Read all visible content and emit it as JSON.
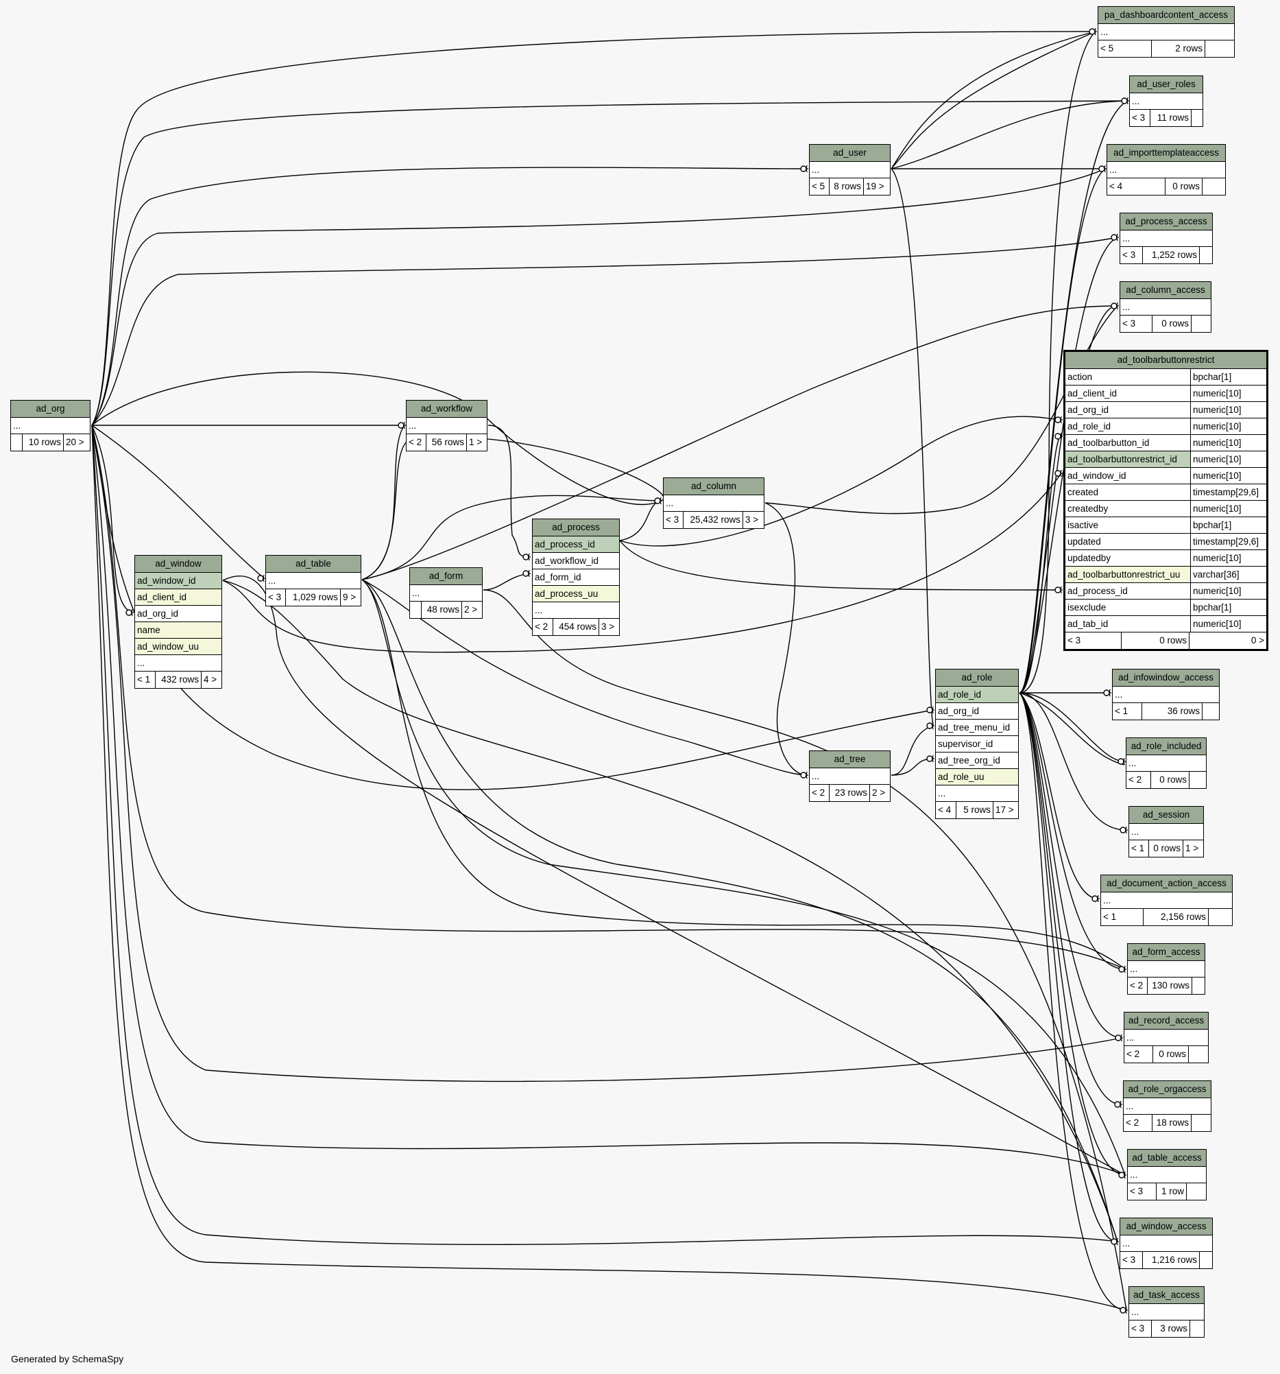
{
  "footer": "Generated by SchemaSpy",
  "colors": {
    "header": "#9bab96",
    "primary_key": "#bed1b8",
    "unique_key": "#f4f7da",
    "background": "#f7f7f7"
  },
  "tables": {
    "pa_dashboardcontent_access": {
      "name": "pa_dashboardcontent_access",
      "rows": [
        "..."
      ],
      "left": "< 5",
      "count": "2 rows",
      "right": ""
    },
    "ad_user_roles": {
      "name": "ad_user_roles",
      "rows": [
        "..."
      ],
      "left": "< 3",
      "count": "11 rows",
      "right": ""
    },
    "ad_importtemplateaccess": {
      "name": "ad_importtemplateaccess",
      "rows": [
        "..."
      ],
      "left": "< 4",
      "count": "0 rows",
      "right": ""
    },
    "ad_process_access": {
      "name": "ad_process_access",
      "rows": [
        "..."
      ],
      "left": "< 3",
      "count": "1,252 rows",
      "right": ""
    },
    "ad_column_access": {
      "name": "ad_column_access",
      "rows": [
        "..."
      ],
      "left": "< 3",
      "count": "0 rows",
      "right": ""
    },
    "ad_user": {
      "name": "ad_user",
      "rows": [
        "..."
      ],
      "left": "< 5",
      "count": "8 rows",
      "right": "19 >"
    },
    "ad_org": {
      "name": "ad_org",
      "rows": [
        "..."
      ],
      "left": "",
      "count": "10 rows",
      "right": "20 >"
    },
    "ad_workflow": {
      "name": "ad_workflow",
      "rows": [
        "..."
      ],
      "left": "< 2",
      "count": "56 rows",
      "right": "1 >"
    },
    "ad_column": {
      "name": "ad_column",
      "rows": [
        "..."
      ],
      "left": "< 3",
      "count": "25,432 rows",
      "right": "3 >"
    },
    "ad_process": {
      "name": "ad_process",
      "rows": [
        "ad_process_id",
        "ad_workflow_id",
        "ad_form_id",
        "ad_process_uu",
        "..."
      ],
      "left": "< 2",
      "count": "454 rows",
      "right": "3 >"
    },
    "ad_window": {
      "name": "ad_window",
      "rows": [
        "ad_window_id",
        "ad_client_id",
        "ad_org_id",
        "name",
        "ad_window_uu",
        "..."
      ],
      "left": "< 1",
      "count": "432 rows",
      "right": "4 >"
    },
    "ad_table": {
      "name": "ad_table",
      "rows": [
        "..."
      ],
      "left": "< 3",
      "count": "1,029 rows",
      "right": "9 >"
    },
    "ad_form": {
      "name": "ad_form",
      "rows": [
        "..."
      ],
      "left": "",
      "count": "48 rows",
      "right": "2 >"
    },
    "ad_tree": {
      "name": "ad_tree",
      "rows": [
        "..."
      ],
      "left": "< 2",
      "count": "23 rows",
      "right": "2 >"
    },
    "ad_role": {
      "name": "ad_role",
      "rows": [
        "ad_role_id",
        "ad_org_id",
        "ad_tree_menu_id",
        "supervisor_id",
        "ad_tree_org_id",
        "ad_role_uu",
        "..."
      ],
      "left": "< 4",
      "count": "5 rows",
      "right": "17 >"
    },
    "ad_infowindow_access": {
      "name": "ad_infowindow_access",
      "rows": [
        "..."
      ],
      "left": "< 1",
      "count": "36 rows",
      "right": ""
    },
    "ad_role_included": {
      "name": "ad_role_included",
      "rows": [
        "..."
      ],
      "left": "< 2",
      "count": "0 rows",
      "right": ""
    },
    "ad_session": {
      "name": "ad_session",
      "rows": [
        "..."
      ],
      "left": "< 1",
      "count": "0 rows",
      "right": "1 >"
    },
    "ad_document_action_access": {
      "name": "ad_document_action_access",
      "rows": [
        "..."
      ],
      "left": "< 1",
      "count": "2,156 rows",
      "right": ""
    },
    "ad_form_access": {
      "name": "ad_form_access",
      "rows": [
        "..."
      ],
      "left": "< 2",
      "count": "130 rows",
      "right": ""
    },
    "ad_record_access": {
      "name": "ad_record_access",
      "rows": [
        "..."
      ],
      "left": "< 2",
      "count": "0 rows",
      "right": ""
    },
    "ad_role_orgaccess": {
      "name": "ad_role_orgaccess",
      "rows": [
        "..."
      ],
      "left": "< 2",
      "count": "18 rows",
      "right": ""
    },
    "ad_table_access": {
      "name": "ad_table_access",
      "rows": [
        "..."
      ],
      "left": "< 3",
      "count": "1 row",
      "right": ""
    },
    "ad_window_access": {
      "name": "ad_window_access",
      "rows": [
        "..."
      ],
      "left": "< 3",
      "count": "1,216 rows",
      "right": ""
    },
    "ad_task_access": {
      "name": "ad_task_access",
      "rows": [
        "..."
      ],
      "left": "< 3",
      "count": "3 rows",
      "right": ""
    }
  },
  "focus_table": {
    "name": "ad_toolbarbuttonrestrict",
    "columns": [
      {
        "name": "action",
        "type": "bpchar[1]"
      },
      {
        "name": "ad_client_id",
        "type": "numeric[10]"
      },
      {
        "name": "ad_org_id",
        "type": "numeric[10]"
      },
      {
        "name": "ad_role_id",
        "type": "numeric[10]"
      },
      {
        "name": "ad_toolbarbutton_id",
        "type": "numeric[10]"
      },
      {
        "name": "ad_toolbarbuttonrestrict_id",
        "type": "numeric[10]"
      },
      {
        "name": "ad_window_id",
        "type": "numeric[10]"
      },
      {
        "name": "created",
        "type": "timestamp[29,6]"
      },
      {
        "name": "createdby",
        "type": "numeric[10]"
      },
      {
        "name": "isactive",
        "type": "bpchar[1]"
      },
      {
        "name": "updated",
        "type": "timestamp[29,6]"
      },
      {
        "name": "updatedby",
        "type": "numeric[10]"
      },
      {
        "name": "ad_toolbarbuttonrestrict_uu",
        "type": "varchar[36]"
      },
      {
        "name": "ad_process_id",
        "type": "numeric[10]"
      },
      {
        "name": "isexclude",
        "type": "bpchar[1]"
      },
      {
        "name": "ad_tab_id",
        "type": "numeric[10]"
      }
    ],
    "left": "< 3",
    "count": "0 rows",
    "right": "0 >"
  }
}
